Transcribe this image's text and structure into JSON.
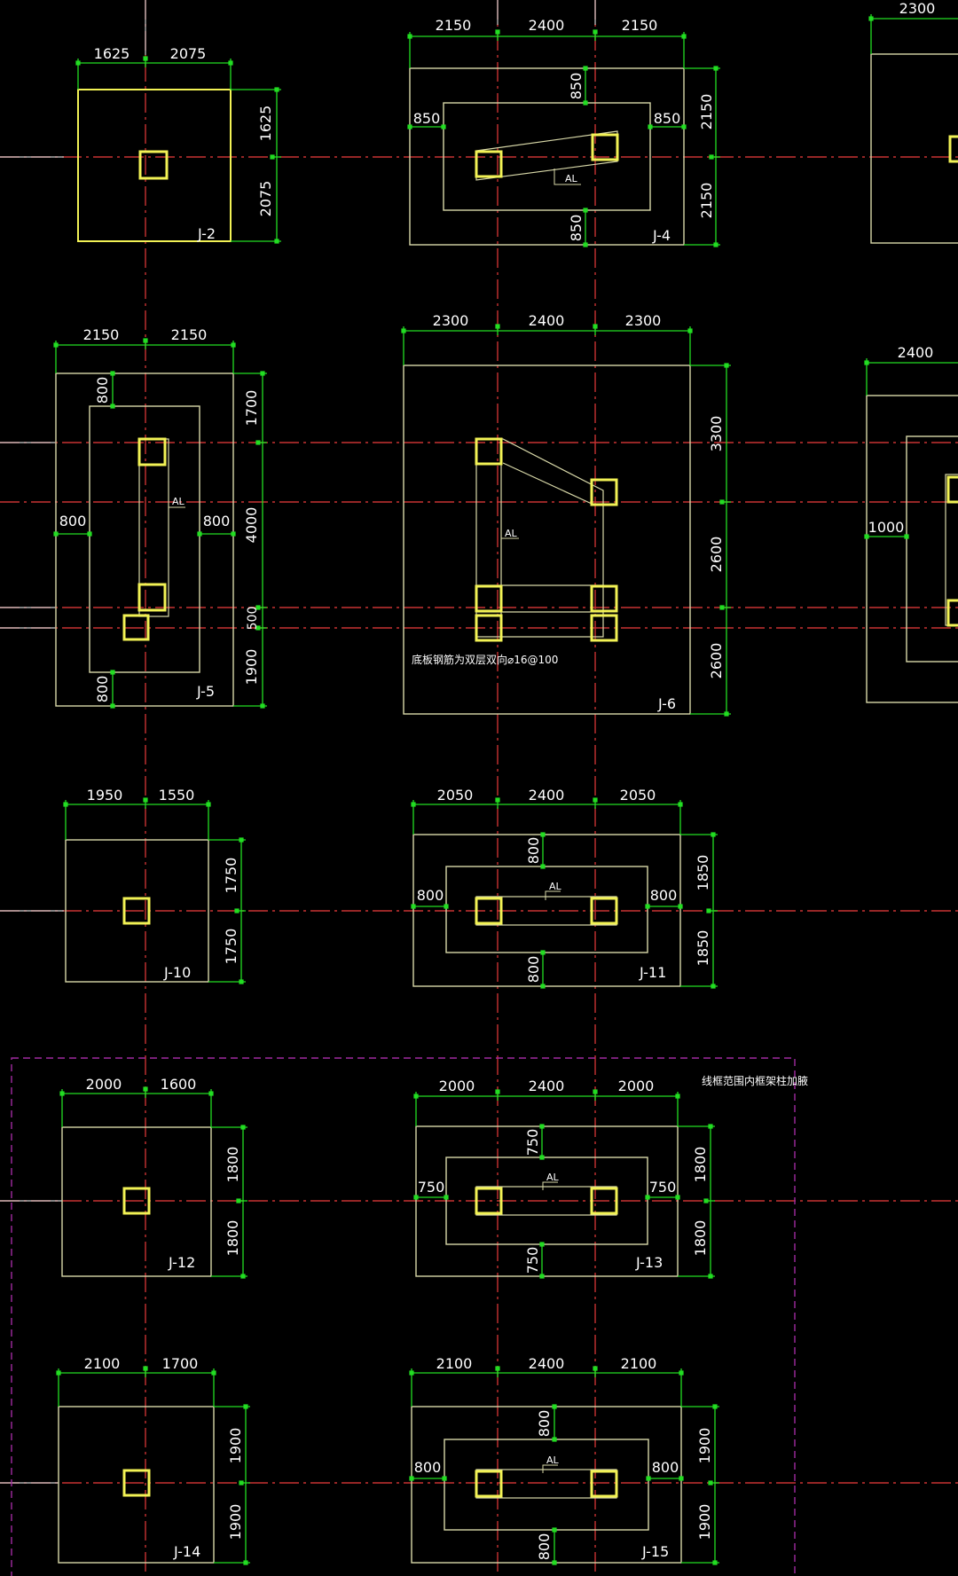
{
  "colors": {
    "background": "#000000",
    "outline": "#d8d8a8",
    "outline_highlight": "#f2f255",
    "column": "#f2f255",
    "axis": "#c83232",
    "axis_stub": "#cfcfcf",
    "dimension": "#22dd22",
    "text": "#ffffff",
    "zone": "#a02aa0"
  },
  "footings": [
    {
      "label": "J-2",
      "w": [
        "1625",
        "2075"
      ],
      "h": [
        "1625",
        "2075"
      ]
    },
    {
      "label": "J-4",
      "w": [
        "2150",
        "2400",
        "2150"
      ],
      "h": [
        "2150",
        "2150"
      ],
      "offsets": [
        "850",
        "850",
        "850",
        "850"
      ],
      "tie": "AL"
    },
    {
      "label": "J-5",
      "w": [
        "2150",
        "2150"
      ],
      "h": [
        "1700",
        "4000",
        "500",
        "1900"
      ],
      "offsets": [
        "800",
        "800",
        "800",
        "800"
      ],
      "tie": "AL"
    },
    {
      "label": "J-6",
      "w": [
        "2300",
        "2400",
        "2300"
      ],
      "h": [
        "3300",
        "2600",
        "2600"
      ],
      "tie": "AL",
      "note": "底板钢筋为双层双向⌀16@100"
    },
    {
      "label": "J-10",
      "w": [
        "1950",
        "1550"
      ],
      "h": [
        "1750",
        "1750"
      ]
    },
    {
      "label": "J-11",
      "w": [
        "2050",
        "2400",
        "2050"
      ],
      "h": [
        "1850",
        "1850"
      ],
      "offsets": [
        "800",
        "800",
        "800",
        "800"
      ],
      "tie": "AL"
    },
    {
      "label": "J-12",
      "w": [
        "2000",
        "1600"
      ],
      "h": [
        "1800",
        "1800"
      ]
    },
    {
      "label": "J-13",
      "w": [
        "2000",
        "2400",
        "2000"
      ],
      "h": [
        "1800",
        "1800"
      ],
      "offsets": [
        "750",
        "750",
        "750",
        "750"
      ],
      "tie": "AL"
    },
    {
      "label": "J-14",
      "w": [
        "2100",
        "1700"
      ],
      "h": [
        "1900",
        "1900"
      ]
    },
    {
      "label": "J-15",
      "w": [
        "2100",
        "2400",
        "2100"
      ],
      "h": [
        "1900",
        "1900"
      ],
      "offsets": [
        "800",
        "800",
        "800",
        "800"
      ],
      "tie": "AL"
    }
  ],
  "partial": {
    "top_right_dim": "2300",
    "mid_right_w": "2400",
    "mid_right_offset": "1000"
  },
  "zone_note": "线框范围内框架柱加腋"
}
